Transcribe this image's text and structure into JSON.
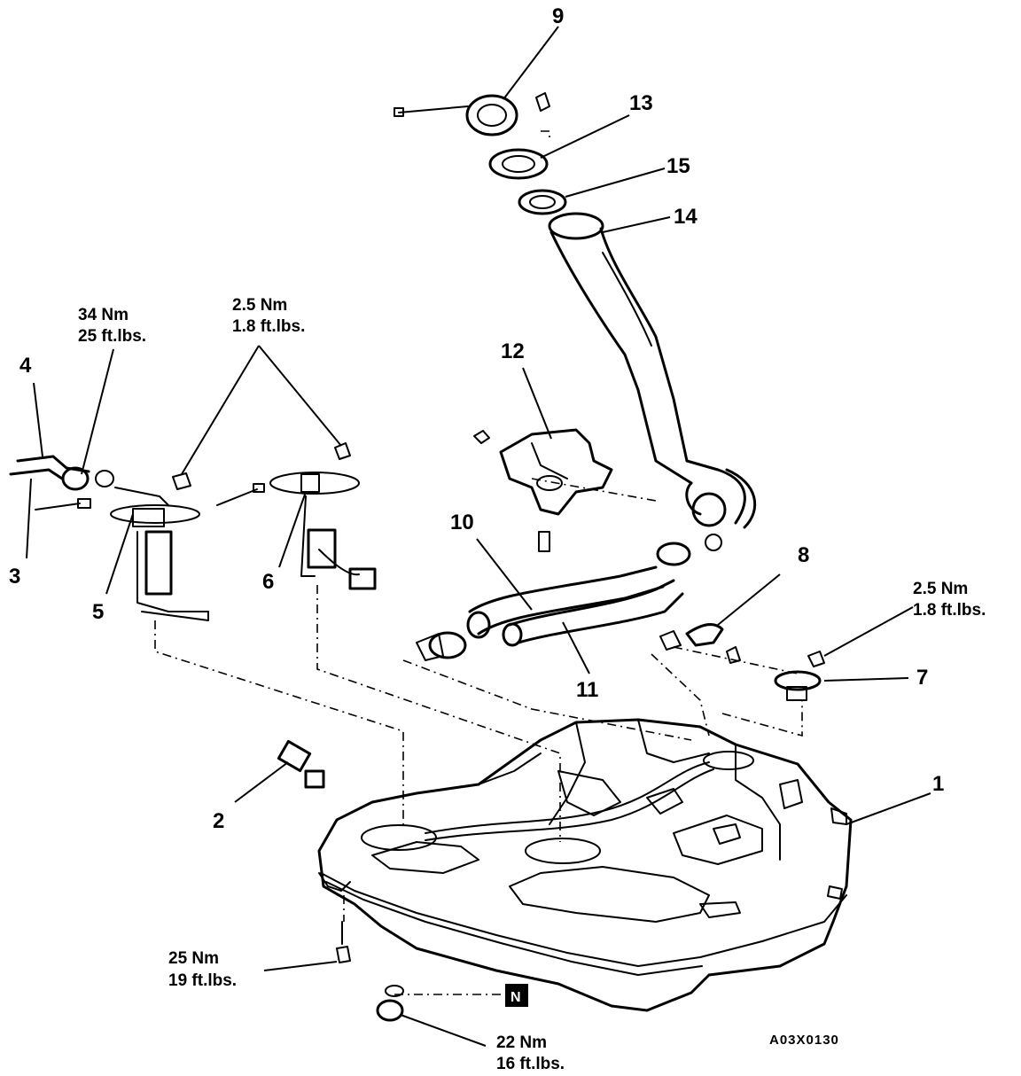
{
  "callouts": {
    "c1": "1",
    "c2": "2",
    "c3": "3",
    "c4": "4",
    "c5": "5",
    "c6": "6",
    "c7": "7",
    "c8": "8",
    "c9": "9",
    "c10": "10",
    "c11": "11",
    "c12": "12",
    "c13": "13",
    "c14": "14",
    "c15": "15"
  },
  "torque_specs": {
    "t34": {
      "nm": "34 Nm",
      "ftlbs": "25 ft.lbs."
    },
    "t25_top_left": {
      "nm": "2.5 Nm",
      "ftlbs": "1.8 ft.lbs."
    },
    "t25_right": {
      "nm": "2.5 Nm",
      "ftlbs": "1.8 ft.lbs."
    },
    "t25_bottom": {
      "nm": "25 Nm",
      "ftlbs": "19 ft.lbs."
    },
    "t22": {
      "nm": "22 Nm",
      "ftlbs": "16 ft.lbs."
    }
  },
  "badge": {
    "label": "N"
  },
  "figure_ref": "A03X0130"
}
